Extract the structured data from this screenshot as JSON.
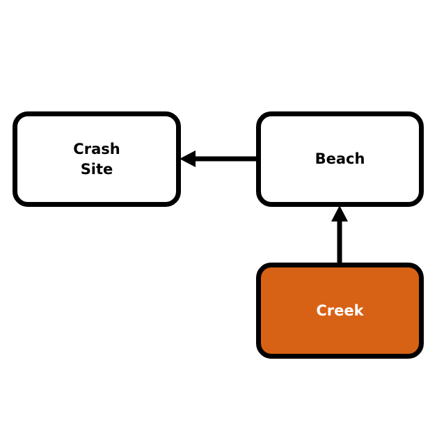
{
  "diagram": {
    "nodes": [
      {
        "id": "crash-site",
        "label": "Crash\nSite",
        "highlighted": false
      },
      {
        "id": "beach",
        "label": "Beach",
        "highlighted": false
      },
      {
        "id": "creek",
        "label": "Creek",
        "highlighted": true
      }
    ],
    "edges": [
      {
        "from": "beach",
        "to": "crash-site"
      },
      {
        "from": "creek",
        "to": "beach"
      }
    ]
  },
  "colors": {
    "node_fill": "#ffffff",
    "node_border": "#000000",
    "highlight_fill": "#d76215",
    "highlight_text": "#ffffff",
    "edge": "#000000"
  }
}
